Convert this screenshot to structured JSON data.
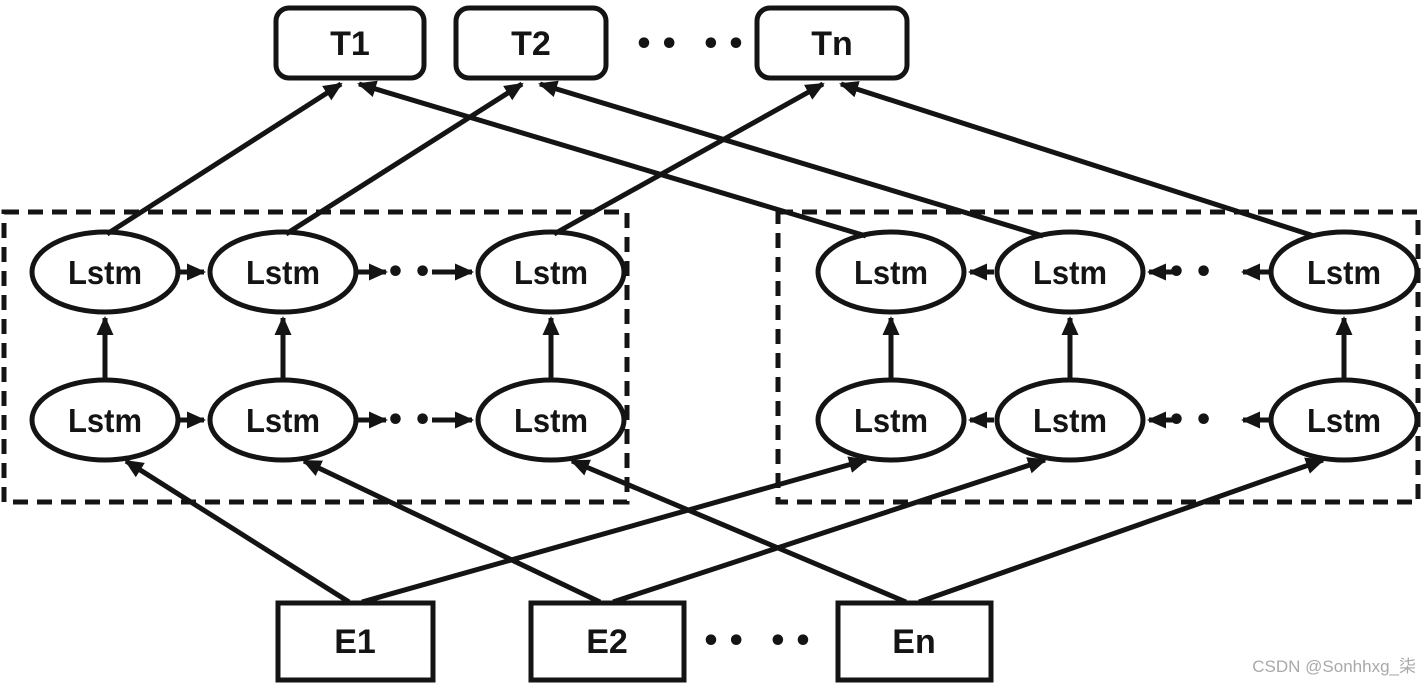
{
  "diagram": {
    "outputs": [
      {
        "label": "T1"
      },
      {
        "label": "T2"
      },
      {
        "label": "Tn"
      }
    ],
    "inputs": [
      {
        "label": "E1"
      },
      {
        "label": "E2"
      },
      {
        "label": "En"
      }
    ],
    "cell_label": "Lstm",
    "ellipsis_pair": "••",
    "ellipsis_quad": "•• ••",
    "ink_color": "#141414",
    "watermark": {
      "text": "CSDN @Sonhhxg_柒",
      "color": "#a9a9a9"
    }
  }
}
